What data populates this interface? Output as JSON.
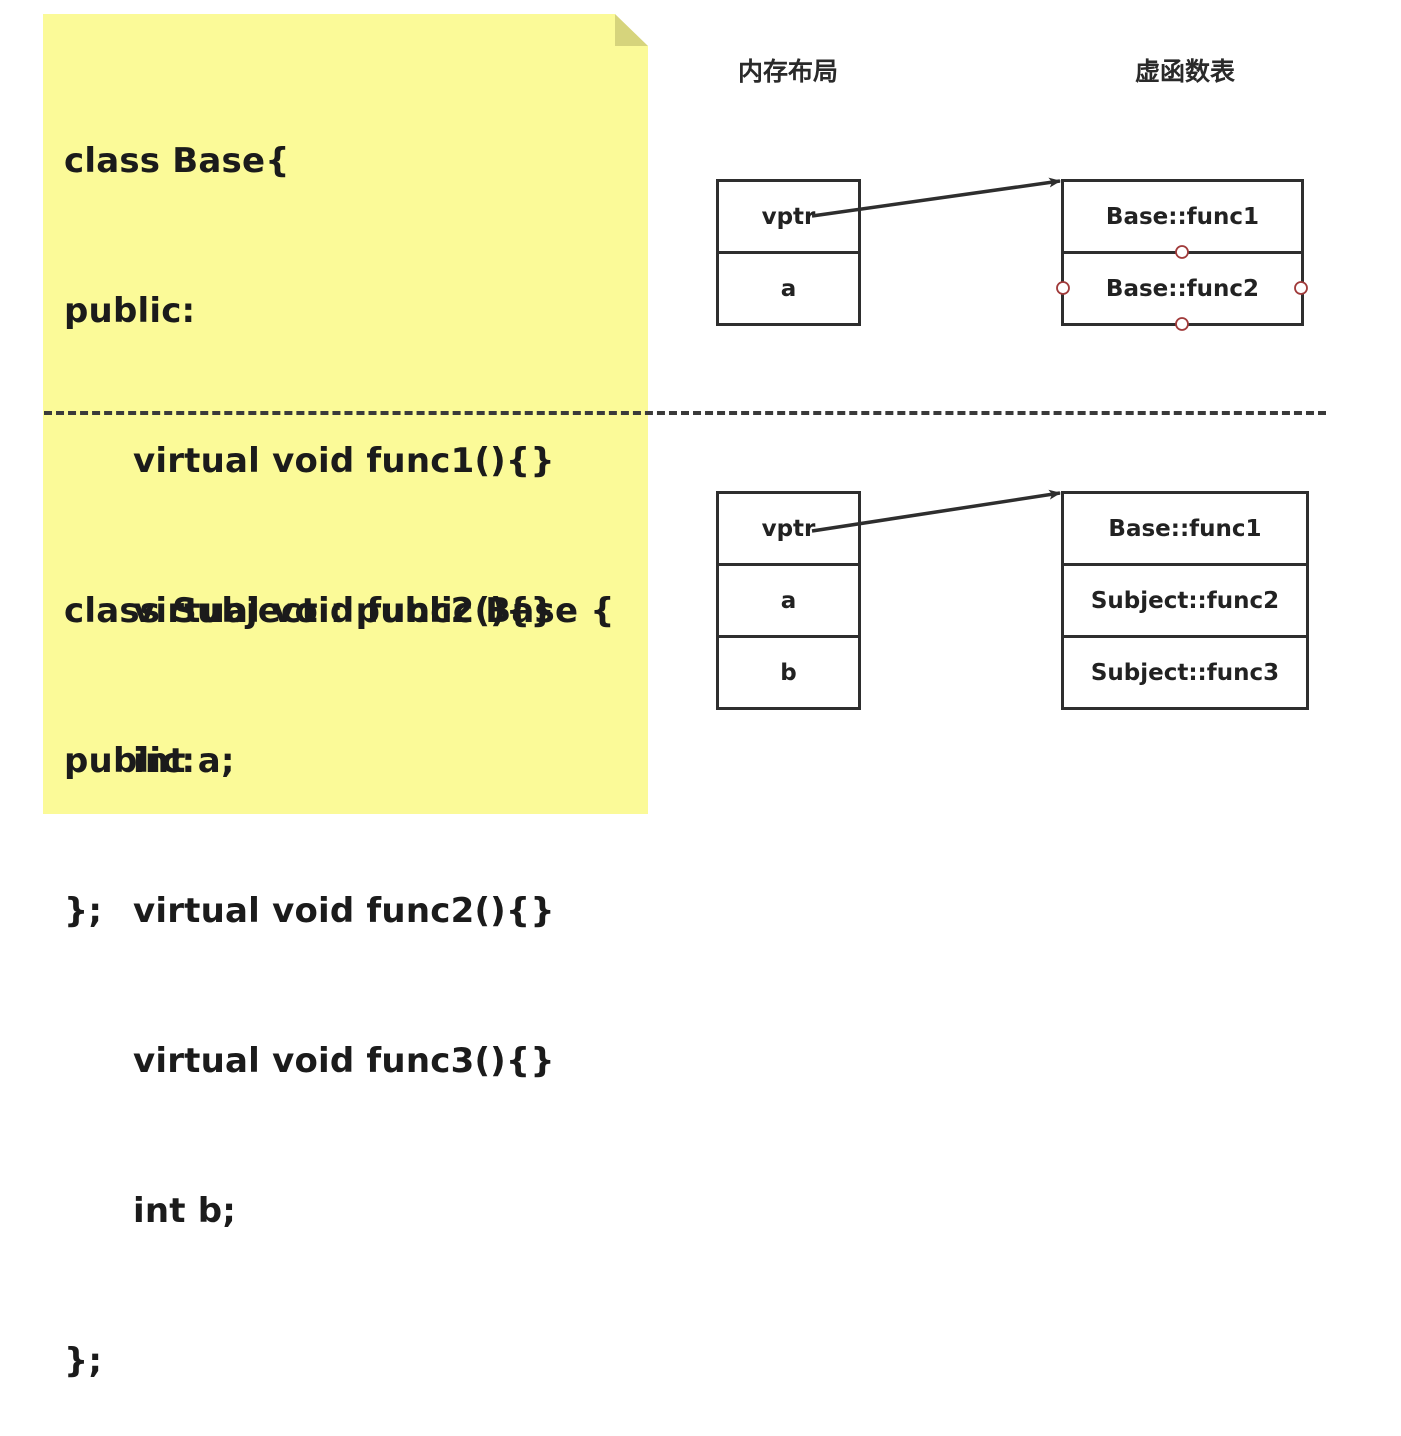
{
  "code_blocks": {
    "base": {
      "lines": [
        "class Base{",
        "public:",
        "virtual void func1(){}",
        "virtual void func2(){}",
        "int a;",
        "};"
      ]
    },
    "subject": {
      "lines": [
        "class Subject : public Base {",
        "public:",
        "virtual void func2(){}",
        "virtual void func3(){}",
        "int b;",
        "};"
      ]
    }
  },
  "headings": {
    "memory_layout": "内存布局",
    "vtable": "虚函数表"
  },
  "base_diagram": {
    "memory_cells": [
      "vptr",
      "a"
    ],
    "vtable_cells": [
      "Base::func1",
      "Base::func2"
    ]
  },
  "subject_diagram": {
    "memory_cells": [
      "vptr",
      "a",
      "b"
    ],
    "vtable_cells": [
      "Base::func1",
      "Subject::func2",
      "Subject::func3"
    ]
  },
  "colors": {
    "note_background": "#fbfa98",
    "note_fold": "#d6d47c",
    "connector_handle": "#a03a3a",
    "stroke": "#2e2e2e"
  }
}
